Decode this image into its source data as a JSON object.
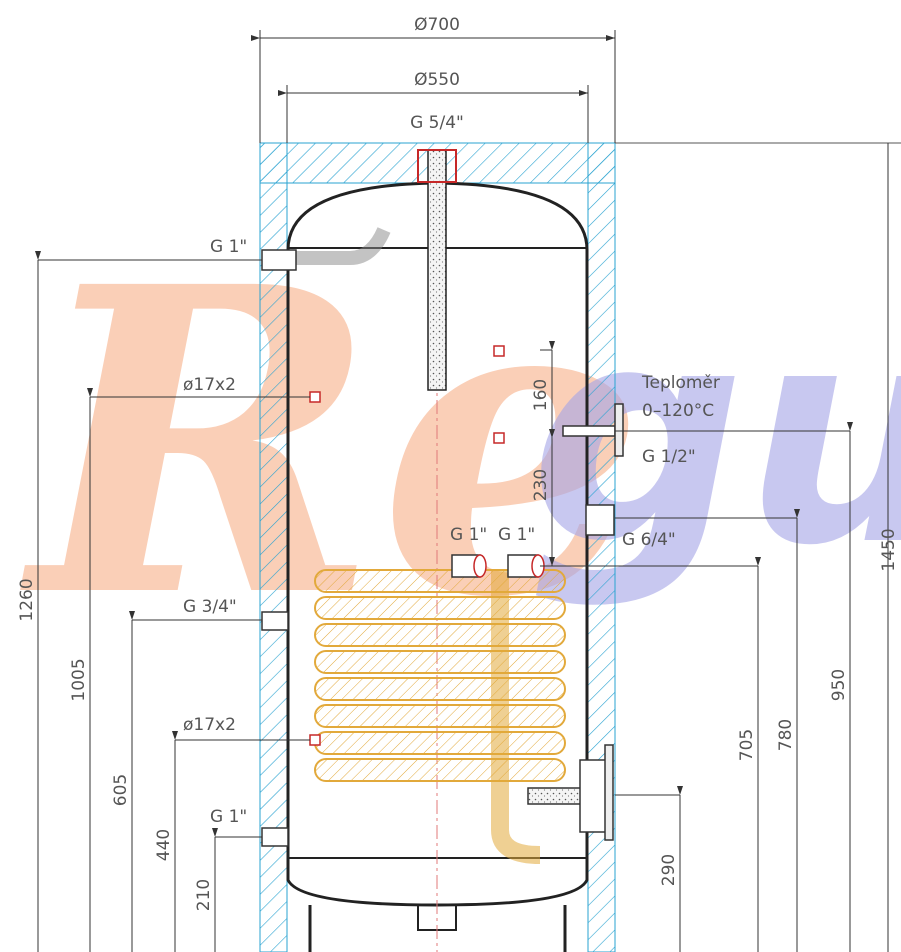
{
  "watermark": {
    "text_main": "Re",
    "text_tail": "gul",
    "color_r": "#f6a77d",
    "color_tail": "#7a7ad6"
  },
  "dimensions": {
    "outer_diameter": "Ø700",
    "inner_diameter": "Ø550",
    "top_connection": "G 5/4\"",
    "upper_connection": "G 1\"",
    "sensor_upper": "ø17x2",
    "sensor_lower": "ø17x2",
    "mid_connection": "G 3/4\"",
    "bottom_connection": "G 1\"",
    "coil_in": "G 1\"",
    "coil_out": "G 1\"",
    "side_6_4": "G 6/4\"",
    "thermometer_label": "Teploměr",
    "thermometer_range": "0–120°C",
    "thermometer_thread": "G 1/2\"",
    "h_160": "160",
    "h_230": "230",
    "h_1260": "1260",
    "h_1005": "1005",
    "h_605": "605",
    "h_440": "440",
    "h_210": "210",
    "h_705": "705",
    "h_780": "780",
    "h_950": "950",
    "h_1450": "1450",
    "h_290": "290"
  }
}
